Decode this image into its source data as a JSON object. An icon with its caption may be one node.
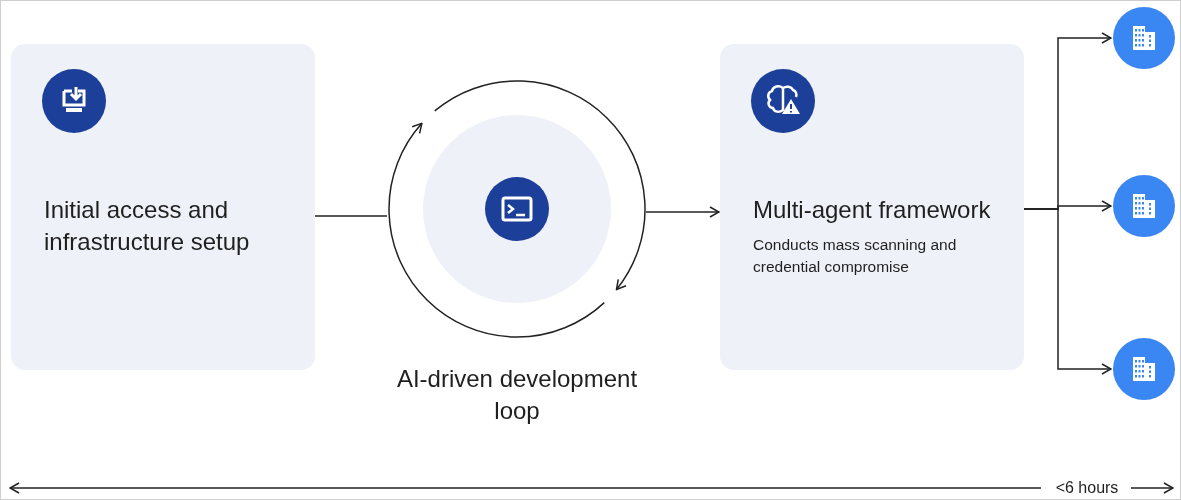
{
  "diagram": {
    "nodes": [
      {
        "text": [
          "Initial access and infrastructure setup"
        ]
      },
      {
        "text": [
          "AI-driven development loop"
        ]
      },
      {
        "text": [
          "Multi-agent framework",
          "Conducts mass scanning and credential compromise"
        ]
      },
      {
        "text": [],
        "shape": "circle"
      },
      {
        "text": [],
        "shape": "circle"
      },
      {
        "text": [],
        "shape": "circle"
      }
    ],
    "edges": [
      {
        "from": 0,
        "to": 1,
        "arrow": "none"
      },
      {
        "from": 1,
        "to": 2,
        "arrow": "to"
      },
      {
        "from": 2,
        "to": 3,
        "arrow": "to"
      },
      {
        "from": 2,
        "to": 4,
        "arrow": "to"
      },
      {
        "from": 2,
        "to": 5,
        "arrow": "to"
      }
    ],
    "labels": [
      "<6 hours"
    ]
  }
}
